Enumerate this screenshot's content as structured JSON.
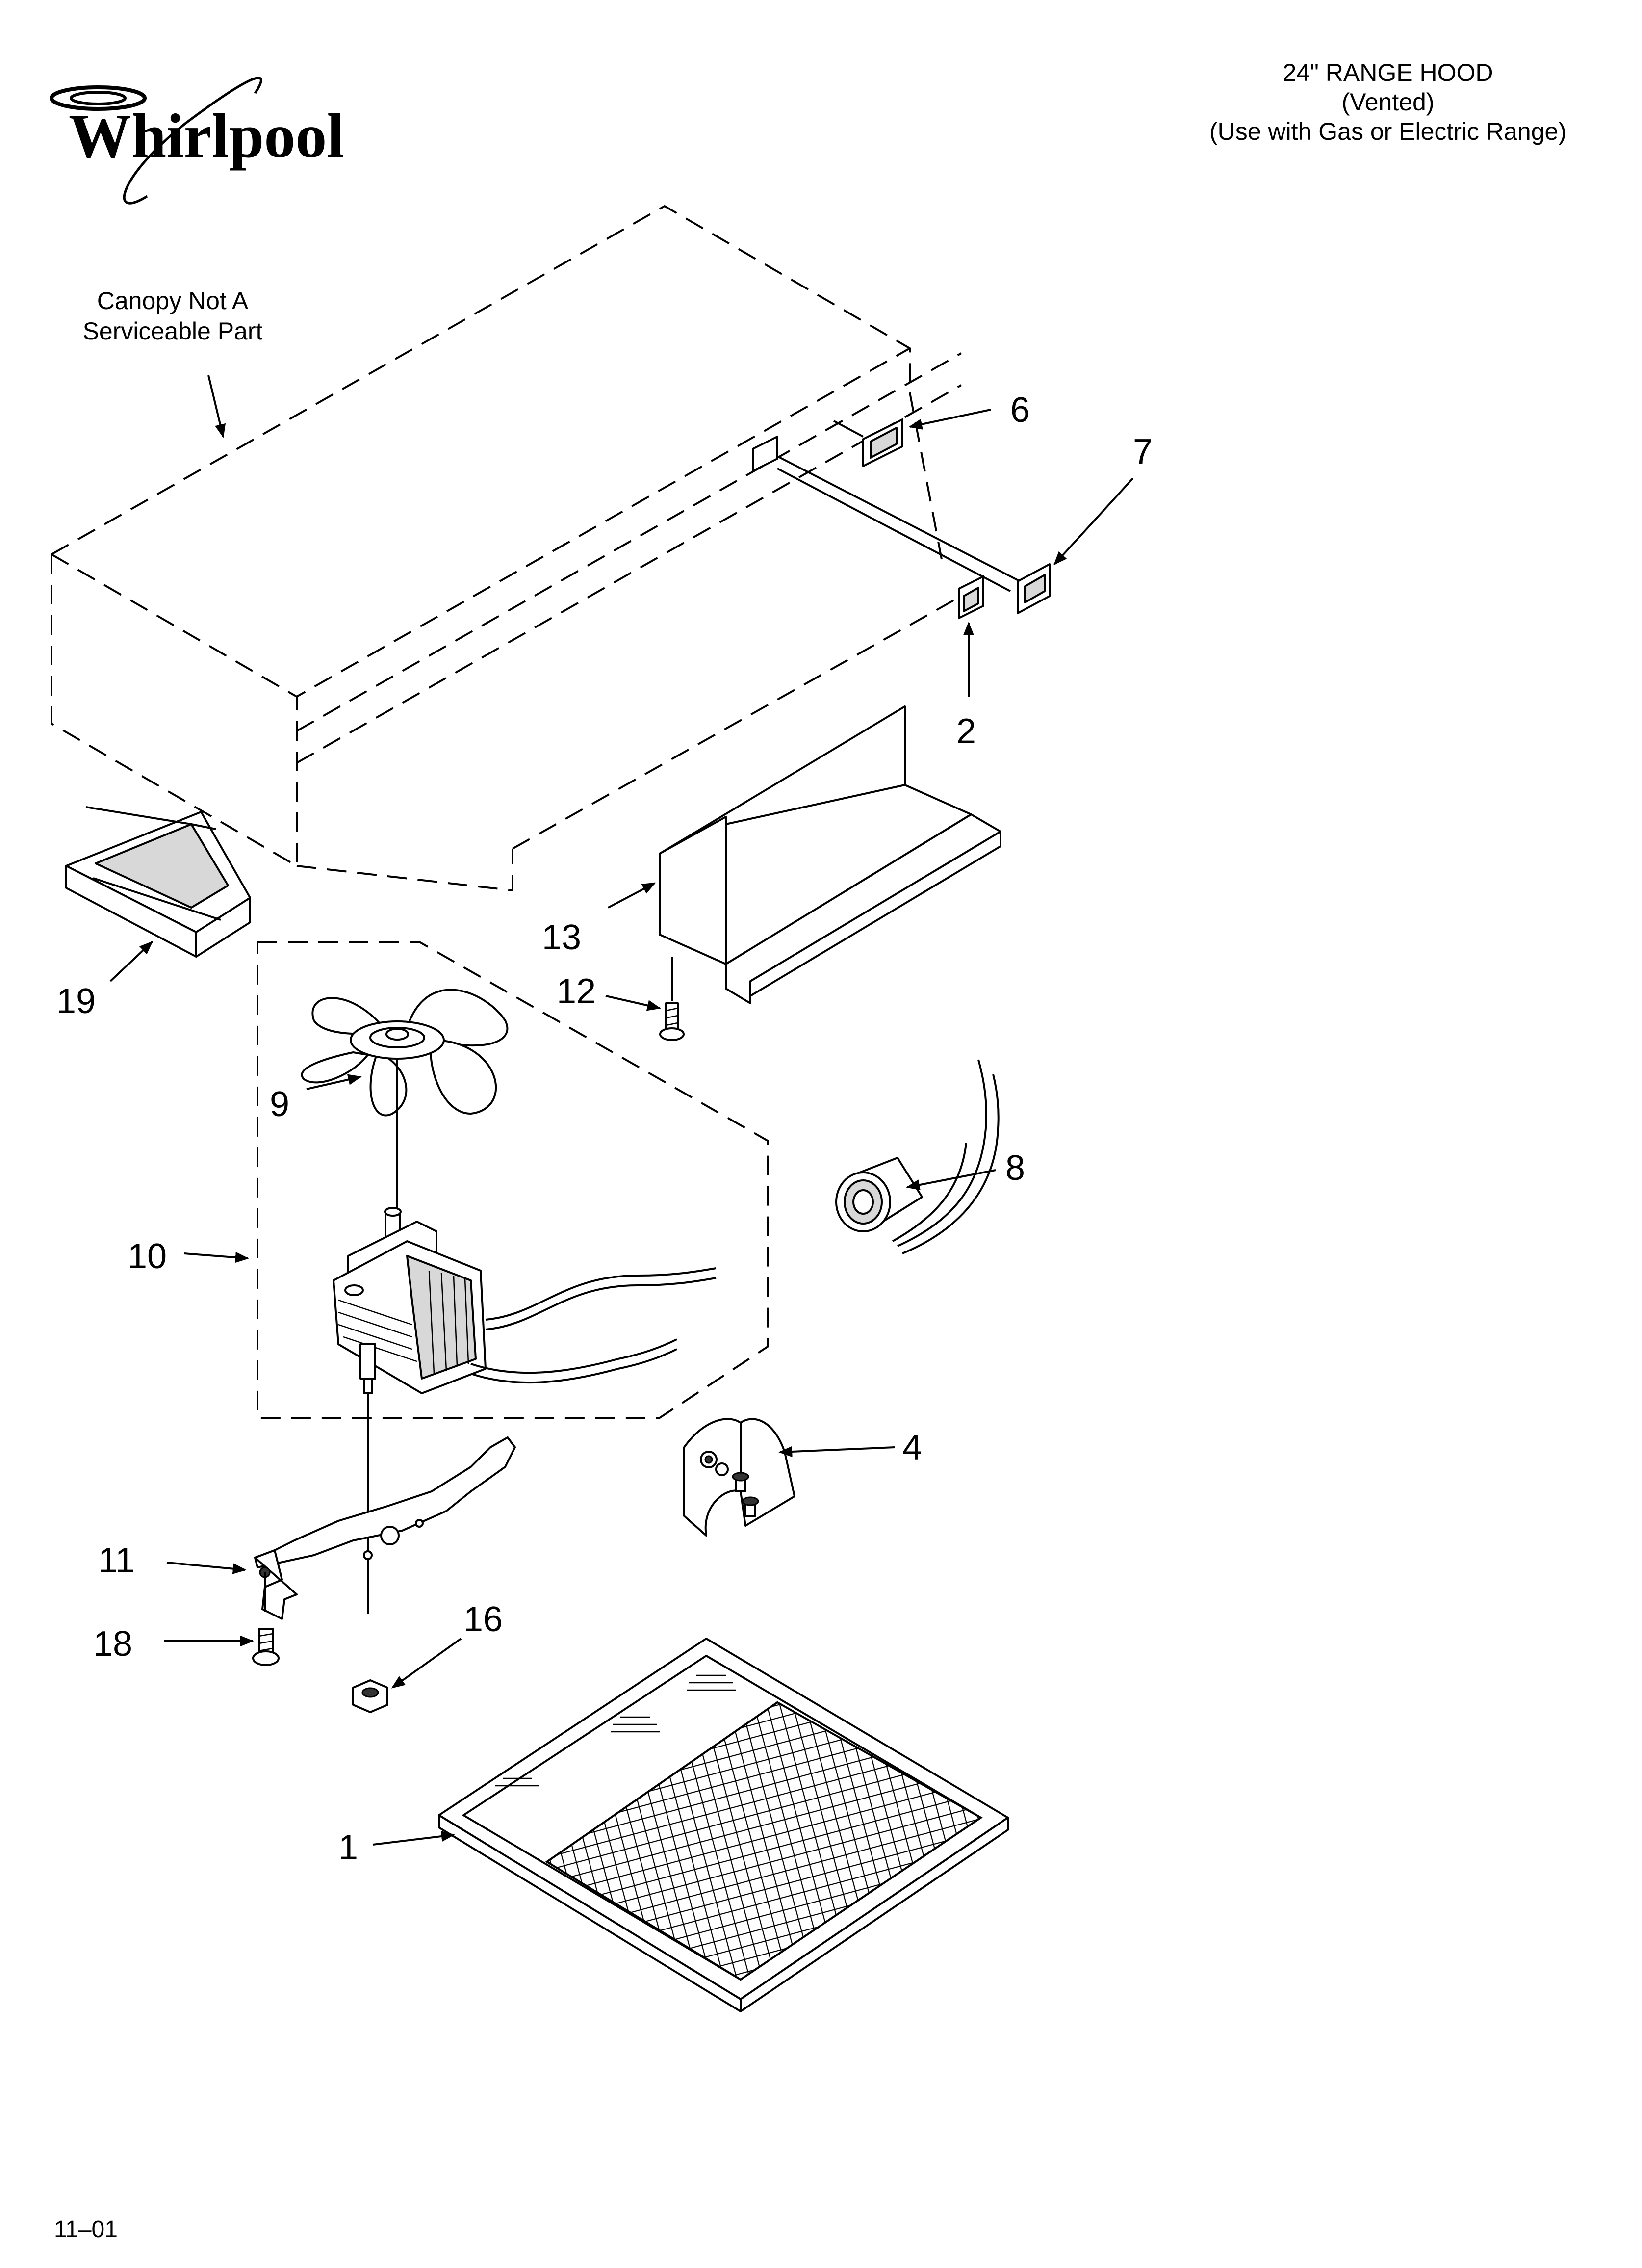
{
  "brand": {
    "name": "Whirlpool"
  },
  "header": {
    "line1": "24\" RANGE HOOD",
    "line2": "(Vented)",
    "line3": "(Use with Gas or Electric Range)"
  },
  "canopy_note": {
    "line1": "Canopy Not A",
    "line2": "Serviceable Part"
  },
  "callouts": {
    "c1": "1",
    "c2": "2",
    "c4": "4",
    "c6": "6",
    "c7": "7",
    "c8": "8",
    "c9": "9",
    "c10": "10",
    "c11": "11",
    "c12": "12",
    "c13": "13",
    "c16": "16",
    "c18": "18",
    "c19": "19"
  },
  "footer": {
    "code": "11–01"
  }
}
